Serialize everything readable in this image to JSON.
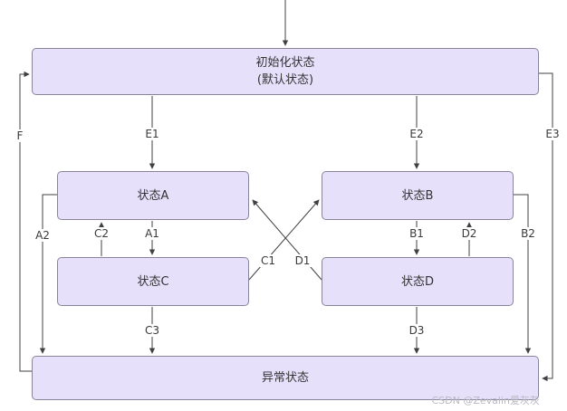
{
  "watermark": "CSDN @Zevalin爱灰灰",
  "diagram": {
    "type": "state-machine-flowchart",
    "colors": {
      "node_fill": "#e7e0fb",
      "node_border": "#8a849b",
      "line": "#404040"
    },
    "nodes": [
      {
        "id": "init",
        "label": "初始化状态",
        "sublabel": "(默认状态)"
      },
      {
        "id": "state-a",
        "label": "状态A"
      },
      {
        "id": "state-b",
        "label": "状态B"
      },
      {
        "id": "state-c",
        "label": "状态C"
      },
      {
        "id": "state-d",
        "label": "状态D"
      },
      {
        "id": "error",
        "label": "异常状态"
      }
    ],
    "edges": [
      {
        "id": "E1",
        "label": "E1",
        "from": "init",
        "to": "state-a"
      },
      {
        "id": "E2",
        "label": "E2",
        "from": "init",
        "to": "state-b"
      },
      {
        "id": "E3",
        "label": "E3",
        "from": "init",
        "to": "error"
      },
      {
        "id": "F",
        "label": "F",
        "from": "error",
        "to": "init"
      },
      {
        "id": "A1",
        "label": "A1",
        "from": "state-a",
        "to": "state-c"
      },
      {
        "id": "A2",
        "label": "A2",
        "from": "state-a",
        "to": "error"
      },
      {
        "id": "B1",
        "label": "B1",
        "from": "state-b",
        "to": "state-d"
      },
      {
        "id": "B2",
        "label": "B2",
        "from": "state-b",
        "to": "error"
      },
      {
        "id": "C1",
        "label": "C1",
        "from": "state-c",
        "to": "state-b"
      },
      {
        "id": "C2",
        "label": "C2",
        "from": "state-c",
        "to": "state-a"
      },
      {
        "id": "C3",
        "label": "C3",
        "from": "state-c",
        "to": "error"
      },
      {
        "id": "D1",
        "label": "D1",
        "from": "state-d",
        "to": "state-a"
      },
      {
        "id": "D2",
        "label": "D2",
        "from": "state-d",
        "to": "state-b"
      },
      {
        "id": "D3",
        "label": "D3",
        "from": "state-d",
        "to": "error"
      }
    ]
  }
}
